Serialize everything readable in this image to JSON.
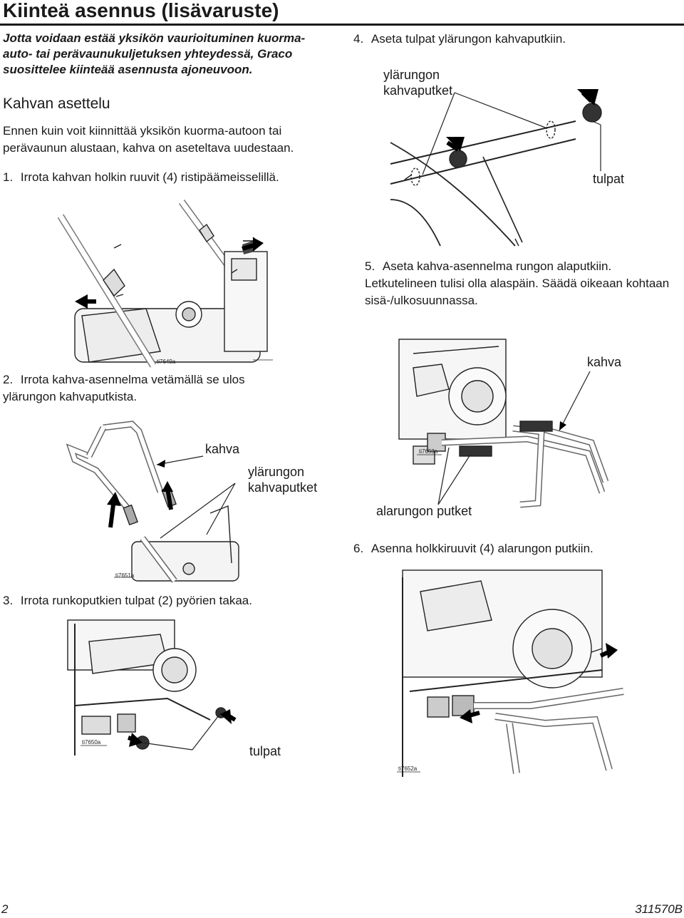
{
  "page": {
    "title": "Kiinteä asennus (lisävaruste)",
    "intro": "Jotta voidaan estää yksikön vaurioituminen kuorma-auto- tai perävaunukuljetuksen yhteydessä, Graco suosittelee kiinteää asennusta ajoneuvoon.",
    "section_heading": "Kahvan asettelu",
    "section_text": "Ennen kuin voit kiinnittää yksikön kuorma-autoon tai perävaunun alustaan, kahva on aseteltava uudestaan."
  },
  "steps": [
    {
      "number": "1.",
      "text": "Irrota kahvan holkin ruuvit (4) ristipäämeisselillä."
    },
    {
      "number": "2.",
      "text": "Irrota kahva-asennelma vetämällä se ulos ylärungon kahvaputkista."
    },
    {
      "number": "3.",
      "text": "Irrota runkoputkien tulpat (2) pyörien takaa."
    },
    {
      "number": "4.",
      "text": "Aseta tulpat ylärungon kahvaputkiin."
    },
    {
      "number": "5.",
      "text": "Aseta kahva-asennelma rungon alaputkiin. Letkutelineen tulisi olla alaspäin. Säädä oikeaan kohtaan sisä-/ulkosuunnassa."
    },
    {
      "number": "6.",
      "text": "Asenna holkkiruuvit (4) alarungon putkiin."
    }
  ],
  "figures": {
    "fig1": {
      "id": "ti7649a"
    },
    "fig2": {
      "id": "ti7651a",
      "callout_handle": "kahva",
      "callout_upper_tubes": "ylärungon kahvaputket"
    },
    "fig3": {
      "id": "ti7650a",
      "callout_plugs": "tulpat"
    },
    "fig4": {
      "callout_upper_tubes": "ylärungon kahvaputket",
      "callout_plugs": "tulpat"
    },
    "fig5": {
      "id": "ti7653a",
      "callout_handle": "kahva",
      "callout_lower_tubes": "alarungon putket"
    },
    "fig6": {
      "id": "ti7652a"
    }
  },
  "footer": {
    "page_number": "2",
    "doc_number": "311570B"
  }
}
